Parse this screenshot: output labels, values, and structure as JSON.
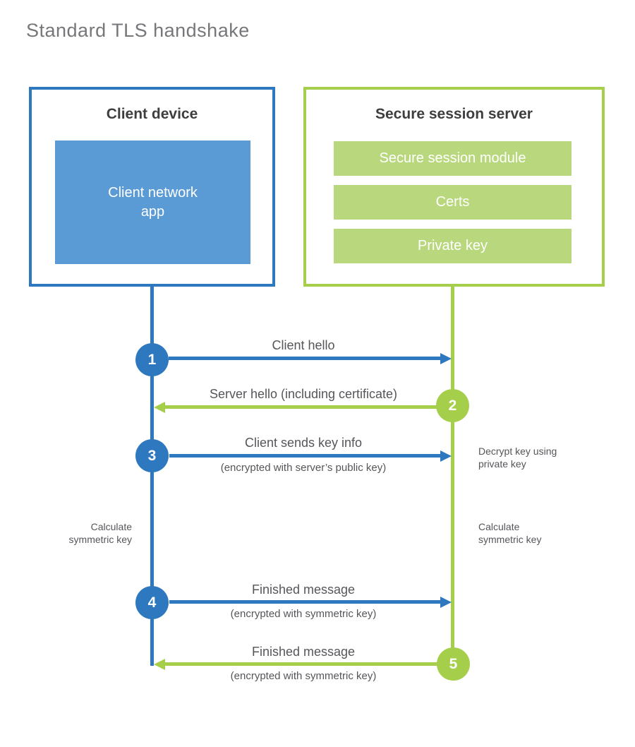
{
  "title": "Standard TLS handshake",
  "colors": {
    "blue": "#2e78bf",
    "blue_fill": "#5b9bd5",
    "green": "#a5cf4a",
    "green_fill": "#b9d87d"
  },
  "client": {
    "header": "Client device",
    "app_label": [
      "Client network",
      "app"
    ]
  },
  "server": {
    "header": "Secure session server",
    "modules": [
      "Secure session module",
      "Certs",
      "Private key"
    ]
  },
  "steps": [
    {
      "num": "1",
      "label": "Client hello",
      "sublabel": "",
      "direction": "right",
      "color": "blue"
    },
    {
      "num": "2",
      "label": "Server hello (including certificate)",
      "sublabel": "",
      "direction": "left",
      "color": "green"
    },
    {
      "num": "3",
      "label": "Client sends key info",
      "sublabel": "(encrypted with server’s public key)",
      "direction": "right",
      "color": "blue"
    },
    {
      "num": "4",
      "label": "Finished message",
      "sublabel": "(encrypted with symmetric key)",
      "direction": "right",
      "color": "blue"
    },
    {
      "num": "5",
      "label": "Finished message",
      "sublabel": "(encrypted with symmetric key)",
      "direction": "left",
      "color": "green"
    }
  ],
  "annotations": {
    "decrypt": [
      "Decrypt key using",
      "private key"
    ],
    "calc_left": [
      "Calculate",
      "symmetric key"
    ],
    "calc_right": [
      "Calculate",
      "symmetric key"
    ]
  }
}
